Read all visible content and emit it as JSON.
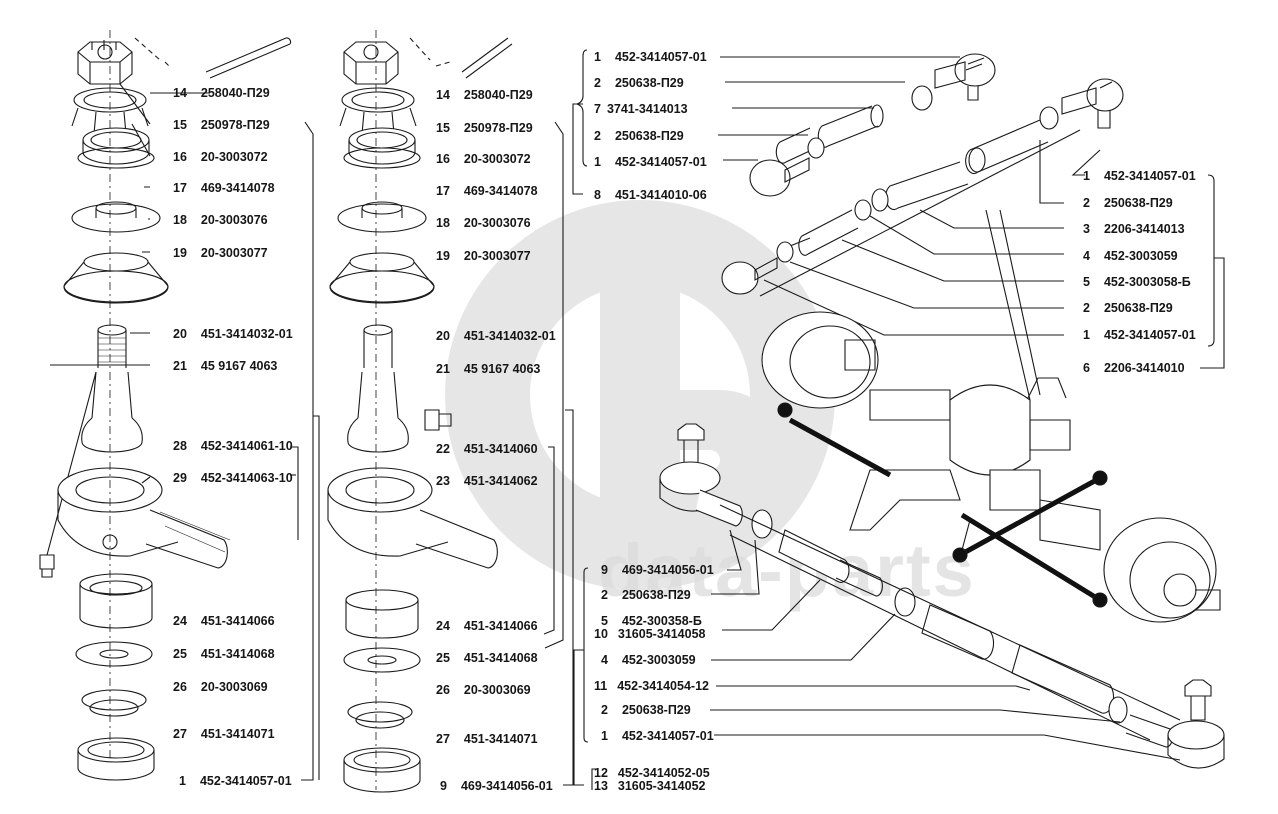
{
  "watermark": {
    "text": "data-parts",
    "logo": "gd-logo",
    "color": "#d9d9d9"
  },
  "colors": {
    "ink": "#161616",
    "paper": "#ffffff",
    "watermark": "#d9d9d9"
  },
  "columns": {
    "left_knuckle": {
      "callouts": [
        {
          "num": "14",
          "part": "258040-П29"
        },
        {
          "num": "15",
          "part": "250978-П29"
        },
        {
          "num": "16",
          "part": "20-3003072"
        },
        {
          "num": "17",
          "part": "469-3414078"
        },
        {
          "num": "18",
          "part": "20-3003076"
        },
        {
          "num": "19",
          "part": "20-3003077"
        },
        {
          "num": "20",
          "part": "451-3414032-01"
        },
        {
          "num": "21",
          "part": "45 9167 4063"
        },
        {
          "num": "28",
          "part": "452-3414061-10"
        },
        {
          "num": "29",
          "part": "452-3414063-10"
        },
        {
          "num": "24",
          "part": "451-3414066"
        },
        {
          "num": "25",
          "part": "451-3414068"
        },
        {
          "num": "26",
          "part": "20-3003069"
        },
        {
          "num": "27",
          "part": "451-3414071"
        },
        {
          "num": "1",
          "part": "452-3414057-01"
        }
      ]
    },
    "middle_knuckle": {
      "callouts": [
        {
          "num": "14",
          "part": "258040-П29"
        },
        {
          "num": "15",
          "part": "250978-П29"
        },
        {
          "num": "16",
          "part": "20-3003072"
        },
        {
          "num": "17",
          "part": "469-3414078"
        },
        {
          "num": "18",
          "part": "20-3003076"
        },
        {
          "num": "19",
          "part": "20-3003077"
        },
        {
          "num": "20",
          "part": "451-3414032-01"
        },
        {
          "num": "21",
          "part": "45 9167 4063"
        },
        {
          "num": "22",
          "part": "451-3414060"
        },
        {
          "num": "23",
          "part": "451-3414062"
        },
        {
          "num": "24",
          "part": "451-3414066"
        },
        {
          "num": "25",
          "part": "451-3414068"
        },
        {
          "num": "26",
          "part": "20-3003069"
        },
        {
          "num": "27",
          "part": "451-3414071"
        },
        {
          "num": "9",
          "part": "469-3414056-01"
        }
      ]
    },
    "top_rod_group": {
      "callouts": [
        {
          "num": "1",
          "part": "452-3414057-01"
        },
        {
          "num": "2",
          "part": "250638-П29"
        },
        {
          "num": "7",
          "part": "3741-3414013"
        },
        {
          "num": "2",
          "part": "250638-П29"
        },
        {
          "num": "1",
          "part": "452-3414057-01"
        },
        {
          "num": "8",
          "part": "451-3414010-06"
        }
      ]
    },
    "right_rod_group": {
      "callouts": [
        {
          "num": "1",
          "part": "452-3414057-01"
        },
        {
          "num": "2",
          "part": "250638-П29"
        },
        {
          "num": "3",
          "part": "2206-3414013"
        },
        {
          "num": "4",
          "part": "452-3003059"
        },
        {
          "num": "5",
          "part": "452-3003058-Б"
        },
        {
          "num": "2",
          "part": "250638-П29"
        },
        {
          "num": "1",
          "part": "452-3414057-01"
        },
        {
          "num": "6",
          "part": "2206-3414010"
        }
      ]
    },
    "bottom_rod_group": {
      "callouts": [
        {
          "num": "9",
          "part": "469-3414056-01"
        },
        {
          "num": "2",
          "part": "250638-П29"
        },
        {
          "num": "5",
          "part": "452-300358-Б"
        },
        {
          "num": "10",
          "part": "31605-3414058"
        },
        {
          "num": "4",
          "part": "452-3003059"
        },
        {
          "num": "11",
          "part": "452-3414054-12"
        },
        {
          "num": "2",
          "part": "250638-П29"
        },
        {
          "num": "1",
          "part": "452-3414057-01"
        },
        {
          "num": "12",
          "part": "452-3414052-05"
        },
        {
          "num": "13",
          "part": "31605-3414052"
        }
      ]
    }
  }
}
